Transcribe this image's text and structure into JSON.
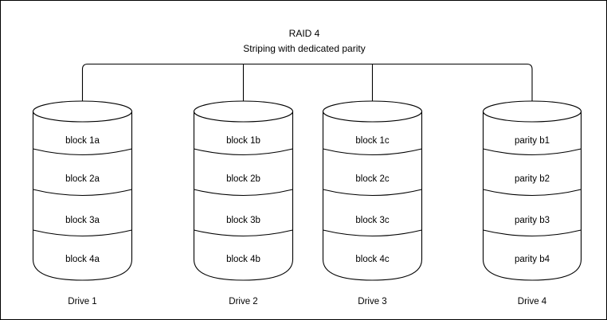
{
  "diagram": {
    "title": "RAID 4",
    "subtitle": "Striping with dedicated parity",
    "background_color": "#ffffff",
    "stroke_color": "#000000",
    "border_color": "#000000",
    "drives": [
      {
        "name": "Drive 1",
        "blocks": [
          "block 1a",
          "block 2a",
          "block 3a",
          "block 4a"
        ]
      },
      {
        "name": "Drive 2",
        "blocks": [
          "block 1b",
          "block 2b",
          "block 3b",
          "block 4b"
        ]
      },
      {
        "name": "Drive 3",
        "blocks": [
          "block 1c",
          "block 2c",
          "block 3c",
          "block 4c"
        ]
      },
      {
        "name": "Drive 4",
        "blocks": [
          "parity b1",
          "parity b2",
          "parity b3",
          "parity b4"
        ]
      }
    ]
  }
}
